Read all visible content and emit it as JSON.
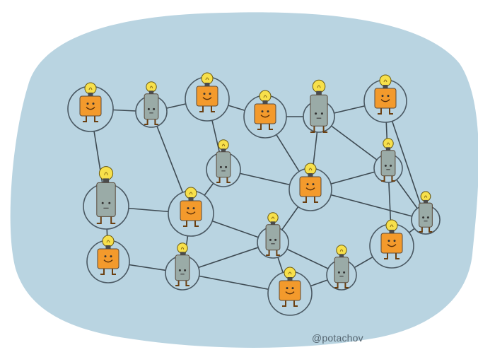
{
  "image": {
    "credit": "@potachov",
    "colors": {
      "background": "#ffffff",
      "blob": "#b9d4e1",
      "link_line": "#3e4a52",
      "node_ring": "#4b5963",
      "orange_character": "#f39a2c",
      "gray_character": "#9aaba7",
      "bulb": "#f7e04b"
    },
    "characters": [
      {
        "id": "n1",
        "kind": "orange"
      },
      {
        "id": "n2",
        "kind": "gray"
      },
      {
        "id": "n3",
        "kind": "orange"
      },
      {
        "id": "n4",
        "kind": "orange"
      },
      {
        "id": "n5",
        "kind": "gray"
      },
      {
        "id": "n6",
        "kind": "orange"
      },
      {
        "id": "n7",
        "kind": "gray"
      },
      {
        "id": "n8",
        "kind": "gray"
      },
      {
        "id": "n9",
        "kind": "orange"
      },
      {
        "id": "n10",
        "kind": "orange"
      },
      {
        "id": "n11",
        "kind": "gray"
      },
      {
        "id": "n12",
        "kind": "gray"
      },
      {
        "id": "n13",
        "kind": "orange"
      },
      {
        "id": "n14",
        "kind": "gray"
      },
      {
        "id": "n15",
        "kind": "gray"
      },
      {
        "id": "n16",
        "kind": "orange"
      },
      {
        "id": "n17",
        "kind": "orange"
      },
      {
        "id": "n18",
        "kind": "gray"
      },
      {
        "id": "n19",
        "kind": "gray"
      }
    ],
    "links": [
      [
        "n1",
        "n2"
      ],
      [
        "n2",
        "n3"
      ],
      [
        "n3",
        "n4"
      ],
      [
        "n4",
        "n5"
      ],
      [
        "n5",
        "n6"
      ],
      [
        "n1",
        "n8"
      ],
      [
        "n2",
        "n9"
      ],
      [
        "n3",
        "n7"
      ],
      [
        "n7",
        "n10"
      ],
      [
        "n4",
        "n10"
      ],
      [
        "n5",
        "n10"
      ],
      [
        "n6",
        "n11"
      ],
      [
        "n5",
        "n11"
      ],
      [
        "n6",
        "n19"
      ],
      [
        "n11",
        "n19"
      ],
      [
        "n7",
        "n9"
      ],
      [
        "n8",
        "n9"
      ],
      [
        "n8",
        "n13"
      ],
      [
        "n9",
        "n12"
      ],
      [
        "n9",
        "n14"
      ],
      [
        "n10",
        "n11"
      ],
      [
        "n10",
        "n14"
      ],
      [
        "n10",
        "n18"
      ],
      [
        "n12",
        "n14"
      ],
      [
        "n13",
        "n12"
      ],
      [
        "n12",
        "n16"
      ],
      [
        "n14",
        "n16"
      ],
      [
        "n16",
        "n15"
      ],
      [
        "n15",
        "n17"
      ],
      [
        "n17",
        "n19"
      ],
      [
        "n11",
        "n17"
      ],
      [
        "n14",
        "n15"
      ]
    ]
  }
}
